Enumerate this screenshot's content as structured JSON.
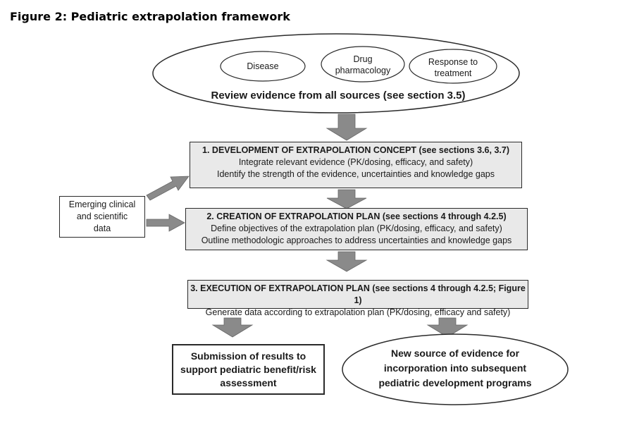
{
  "figure_title": "Figure 2:  Pediatric extrapolation framework",
  "review": {
    "bubbles": [
      "Disease",
      "Drug pharmacology",
      "Response to treatment"
    ],
    "main": "Review evidence from all sources (see section 3.5)"
  },
  "steps": [
    {
      "heading": "1. DEVELOPMENT OF EXTRAPOLATION CONCEPT (see sections 3.6, 3.7)",
      "lines": [
        "Integrate relevant evidence (PK/dosing, efficacy, and safety)",
        "Identify the strength of the evidence, uncertainties and knowledge gaps"
      ]
    },
    {
      "heading": "2. CREATION OF EXTRAPOLATION PLAN (see sections 4 through 4.2.5)",
      "lines": [
        "Define objectives of the extrapolation plan (PK/dosing, efficacy, and safety)",
        "Outline methodologic approaches to address uncertainties and knowledge gaps"
      ]
    },
    {
      "heading": "3. EXECUTION OF EXTRAPOLATION PLAN (see sections 4 through 4.2.5; Figure 1)",
      "lines": [
        "Generate data according to extrapolation plan (PK/dosing, efficacy and safety)"
      ]
    }
  ],
  "emerging": "Emerging clinical and scientific data",
  "outputs": {
    "submission": "Submission of results to support pediatric benefit/risk assessment",
    "new_source": "New source of evidence for incorporation into subsequent pediatric development programs"
  }
}
